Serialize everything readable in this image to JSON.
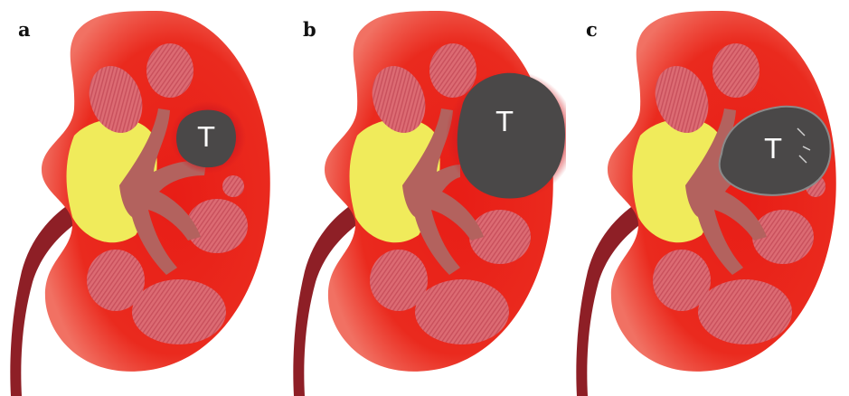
{
  "figure": {
    "panels": [
      {
        "id": "a",
        "label": "a",
        "tumor_label": "T",
        "tumor_stage": "small"
      },
      {
        "id": "b",
        "label": "b",
        "tumor_label": "T",
        "tumor_stage": "large"
      },
      {
        "id": "c",
        "label": "c",
        "tumor_label": "T",
        "tumor_stage": "large-cystic"
      }
    ]
  },
  "colors": {
    "cortex_outer": "#ec5b4f",
    "cortex_inner": "#ea1f17",
    "pyramid": "#d9646d",
    "renal_sinus_fat": "#f0eb5b",
    "pelvis": "#b3625e",
    "ureter": "#8e1f26",
    "tumor": "#4a4848",
    "tumor_halo": "#d21a1f",
    "label_text": "#111111",
    "tumor_text": "#ffffff"
  }
}
